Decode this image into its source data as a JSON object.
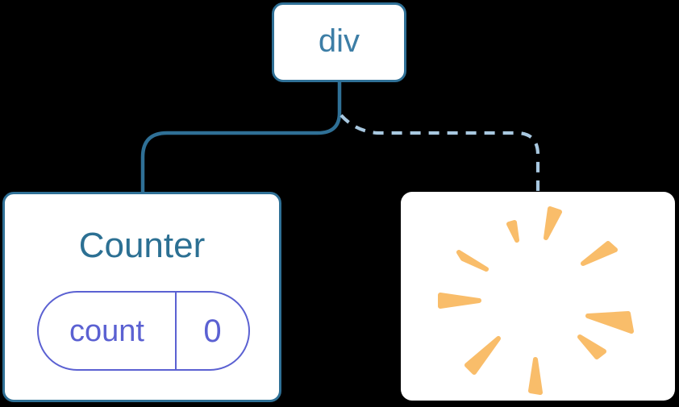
{
  "diagram": {
    "root": {
      "label": "div"
    },
    "counter": {
      "title": "Counter",
      "state": {
        "key": "count",
        "value": "0"
      }
    },
    "removed": {
      "icon": "poof-burst-icon"
    },
    "links": [
      {
        "from": "div",
        "to": "Counter",
        "style": "solid"
      },
      {
        "from": "div",
        "to": "removed",
        "style": "dashed"
      }
    ],
    "colors": {
      "canvas_background": "#000000",
      "node_background": "#FFFFFF",
      "node_border": "#2F7096",
      "root_text": "#3D7EA6",
      "counter_text": "#2C7093",
      "solid_link": "#2F7096",
      "dashed_link": "#A8C8E0",
      "state_accent": "#5B61D2",
      "burst": "#F9BD6A"
    }
  }
}
